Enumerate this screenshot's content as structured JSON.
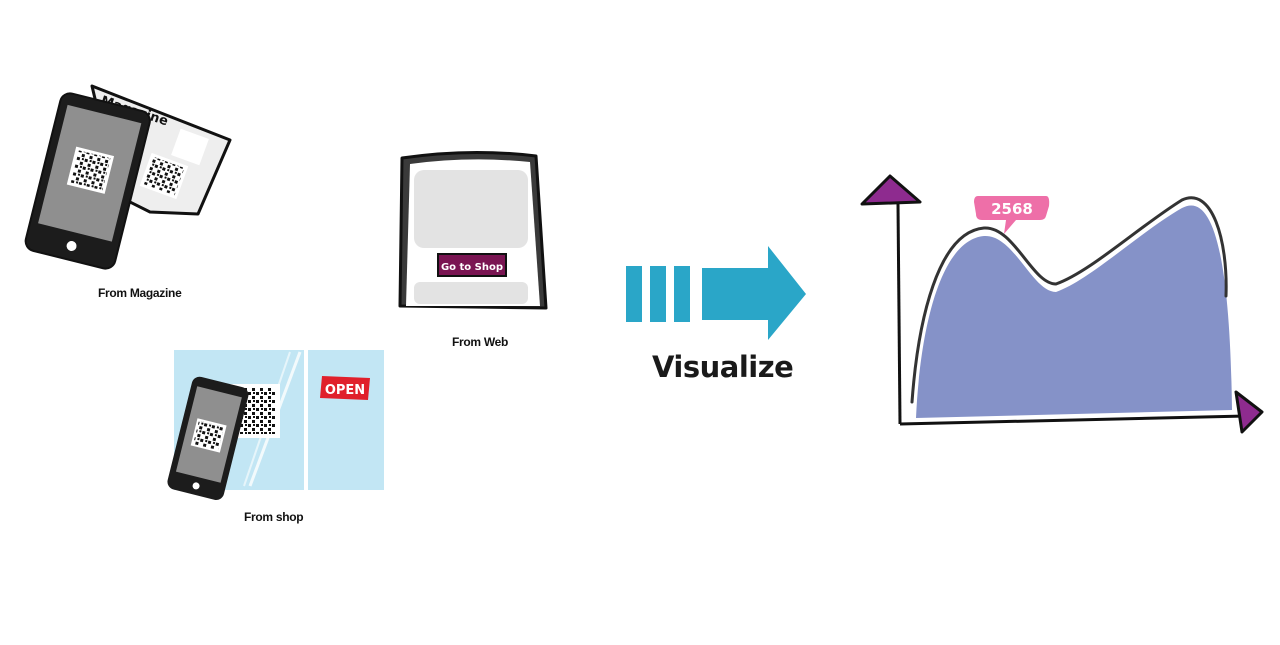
{
  "sources": {
    "magazine": {
      "caption": "From Magazine",
      "magazine_label": "Magazine"
    },
    "web": {
      "caption": "From Web",
      "button_label": "Go to Shop"
    },
    "shop": {
      "caption": "From shop",
      "sign_label": "OPEN"
    }
  },
  "process": {
    "label": "Visualize",
    "arrow_color": "#2aa6c8"
  },
  "result": {
    "peak_value": "2568",
    "area_color": "#8592c8",
    "callout_color": "#ee6fa8",
    "axis_marker_color": "#8e2b8f"
  }
}
